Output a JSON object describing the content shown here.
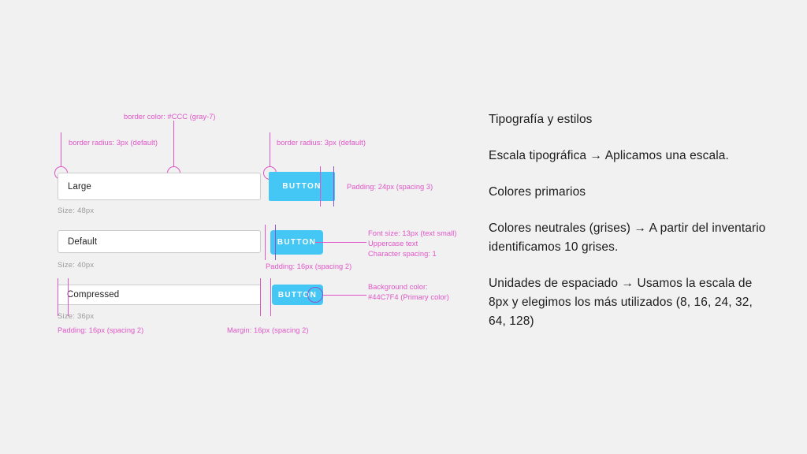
{
  "canvas": {
    "background_color": "#F1F1F1",
    "annotation_color": "#E055C8",
    "primary_color": "#44C7F4",
    "border_color": "#CCCCCC"
  },
  "spec_diagram": {
    "rows": [
      {
        "id": "large",
        "field_label": "Large",
        "size_note": "Size: 48px",
        "button_label": "BUTTON"
      },
      {
        "id": "default",
        "field_label": "Default",
        "size_note": "Size: 40px",
        "button_label": "BUTTON"
      },
      {
        "id": "compressed",
        "field_label": "Compressed",
        "size_note": "Size: 36px",
        "button_label": "BUTTON"
      }
    ],
    "annotations": {
      "border_color": "border color: #CCC (gray-7)",
      "border_radius_field": "border radius: 3px (default)",
      "border_radius_button": "border radius: 3px (default)",
      "padding_large_button": "Padding: 24px (spacing 3)",
      "padding_default_button": "Padding: 16px (spacing 2)",
      "font_size": "Font size: 13px (text small)",
      "uppercase": "Uppercase text",
      "character_spacing": "Character spacing: 1",
      "background_color_line1": "Background color:",
      "background_color_line2": "#44C7F4 (Primary color)",
      "padding_field": "Padding: 16px (spacing 2)",
      "margin_field": "Margin: 16px (spacing 2)"
    }
  },
  "text_column": {
    "paragraphs": [
      "Tipografía y estilos",
      "Escala tipográfica → Aplicamos una escala.",
      "Colores primarios",
      "Colores neutrales (grises) → A partir del inventario identificamos 10 grises.",
      "Unidades de espaciado → Usamos la escala de 8px y elegimos los más utilizados (8, 16, 24, 32, 64, 128)"
    ]
  }
}
